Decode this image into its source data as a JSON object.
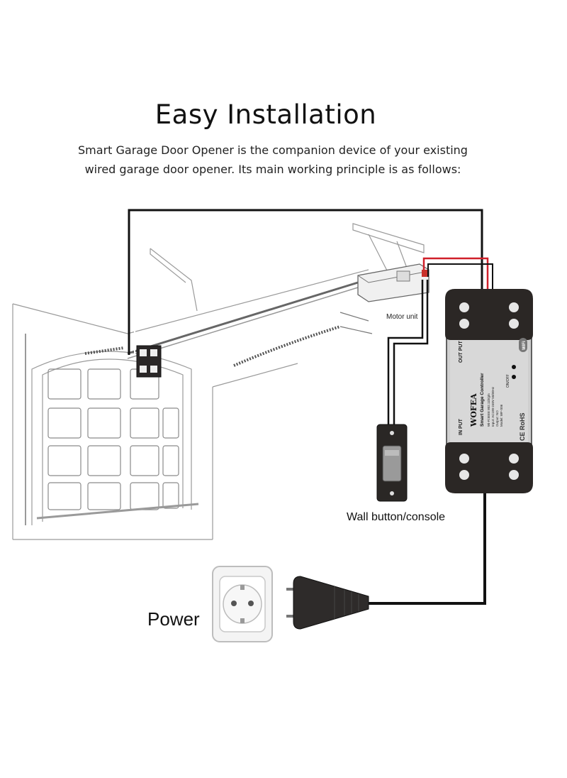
{
  "header": {
    "title": "Easy Installation",
    "description_lines": [
      "Smart Garage Door Opener is the companion device of your existing",
      "wired garage door opener. Its main working principle is as follows:"
    ]
  },
  "diagram": {
    "labels": {
      "motor_unit": "Motor unit",
      "wall_button": "Wall button/console",
      "power": "Power"
    },
    "controller": {
      "brand": "WOFEA",
      "model_name": "Smart Garage Controller",
      "spec_lines": [
        "Wi-Fi:IEEE 802.11b/g/n",
        "Input: AC100-240V 50/60Hz",
        "Output: NO",
        "Model: WF-S06"
      ],
      "input_label": "IN PUT",
      "output_label": "OUT PUT",
      "switch_label": "ON/OFF",
      "cert_label": "CE RoHS",
      "wifi_badge": "WiFi"
    },
    "wire_colors": {
      "signal": "#111111",
      "red": "#d0202a",
      "pair_white": "#ffffff"
    }
  }
}
